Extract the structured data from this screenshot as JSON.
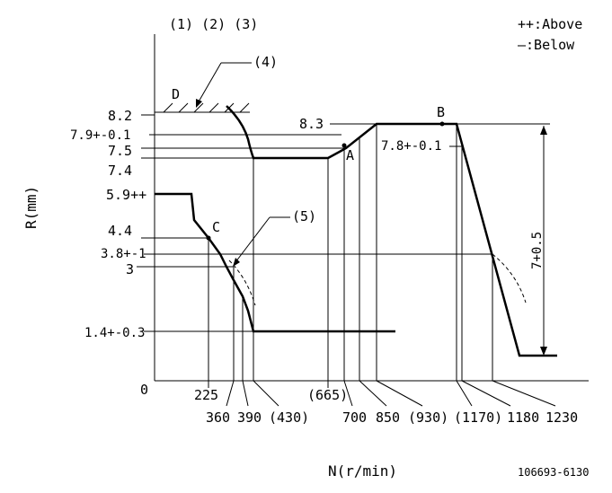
{
  "header": {
    "refs": "(1) (2) (3)",
    "legend_above": "++:Above",
    "legend_below": "—:Below"
  },
  "callouts": {
    "ref4": "(4)",
    "ref5": "(5)"
  },
  "axes": {
    "y_title": "R(mm)",
    "x_title": "N(r/min)",
    "origin": "0"
  },
  "y_labels": {
    "r82": "8.2",
    "r79": "7.9+-0.1",
    "r75": "7.5",
    "r74": "7.4",
    "r59": "5.9++",
    "r44": "4.4",
    "r38": "3.8+-1",
    "r3": "3",
    "r14": "1.4+-0.3"
  },
  "right_labels": {
    "r83": "8.3",
    "r78": "7.8+-0.1",
    "travel": "7+0.5"
  },
  "points": {
    "A": "A",
    "B": "B",
    "C": "C",
    "D": "D"
  },
  "x_labels": {
    "n225": "225",
    "n360": "360",
    "n390": "390",
    "n430": "(430)",
    "n665": "(665)",
    "n700": "700",
    "n850": "850",
    "n930": "(930)",
    "n1170": "(1170)",
    "n1180": "1180",
    "n1230": "1230"
  },
  "footer": {
    "code": "106693-6130"
  }
}
